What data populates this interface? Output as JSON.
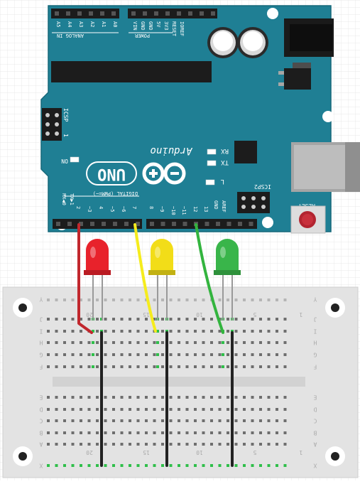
{
  "arduino": {
    "analog_header": "ANALOG IN",
    "analog_pins": [
      "A5",
      "A4",
      "A3",
      "A2",
      "A1",
      "A0"
    ],
    "power_header": "POWER",
    "power_pins": [
      "VIN",
      "GND",
      "GND",
      "5V",
      "3V3",
      "RESET",
      "IOREF"
    ],
    "icsp_label": "ICSP",
    "icsp_pin1": "1",
    "on_label": "ON",
    "brand_logo_text": "UNO",
    "brand_name": "Arduino",
    "tx_label": "TX",
    "rx_label": "RX",
    "l_label": "L",
    "icsp2_label": "ICSP2",
    "reset_label": "RESET",
    "aref_label": "AREF",
    "gnd_label": "GND",
    "digital_header": "DIGITAL (PWM=~)",
    "txd_label": "TX▶1",
    "rxd_label": "RX◀0",
    "digital_pins": [
      "2",
      "~3",
      "4",
      "~5",
      "~6",
      "7",
      "8",
      "~9",
      "~10",
      "~11",
      "12",
      "13"
    ]
  },
  "breadboard": {
    "row_letters_top": [
      "Y",
      "J",
      "I",
      "H",
      "G",
      "F"
    ],
    "row_letters_bottom": [
      "E",
      "D",
      "C",
      "B",
      "A",
      "X"
    ],
    "column_numbers_top": [
      "20",
      "15",
      "10",
      "5",
      "1"
    ],
    "column_numbers_bottom": [
      "20",
      "15",
      "10",
      "5",
      "1"
    ]
  },
  "leds": [
    {
      "name": "red",
      "color": "#e8222b"
    },
    {
      "name": "yellow",
      "color": "#f2dd18"
    },
    {
      "name": "green",
      "color": "#39b54a"
    }
  ],
  "wires": [
    {
      "name": "red",
      "color": "#c1272d",
      "pin": "2"
    },
    {
      "name": "yellow",
      "color": "#f5ec1d",
      "pin": "7"
    },
    {
      "name": "green",
      "color": "#33b43e",
      "pin": "12"
    }
  ],
  "colors": {
    "board": "#1f7f94",
    "board_dark": "#16687a",
    "header": "#1c1c1c",
    "breadboard": "#e3e3e3",
    "ground_wire": "#222222"
  }
}
